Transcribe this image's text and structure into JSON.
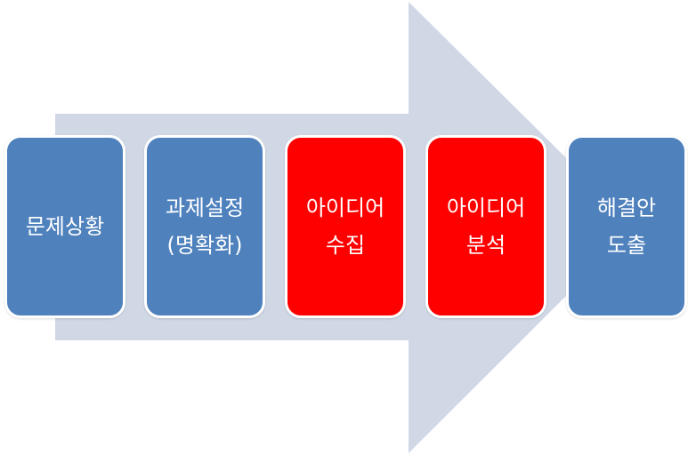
{
  "diagram": {
    "arrow_color": "#d0d8e6",
    "steps": [
      {
        "lines": [
          "문제상황"
        ],
        "color": "#4f81bd"
      },
      {
        "lines": [
          "과제설정",
          "(명확화)"
        ],
        "color": "#4f81bd"
      },
      {
        "lines": [
          "아이디어",
          "수집"
        ],
        "color": "#ff0000"
      },
      {
        "lines": [
          "아이디어",
          "분석"
        ],
        "color": "#ff0000"
      },
      {
        "lines": [
          "해결안",
          "도출"
        ],
        "color": "#4f81bd"
      }
    ]
  }
}
